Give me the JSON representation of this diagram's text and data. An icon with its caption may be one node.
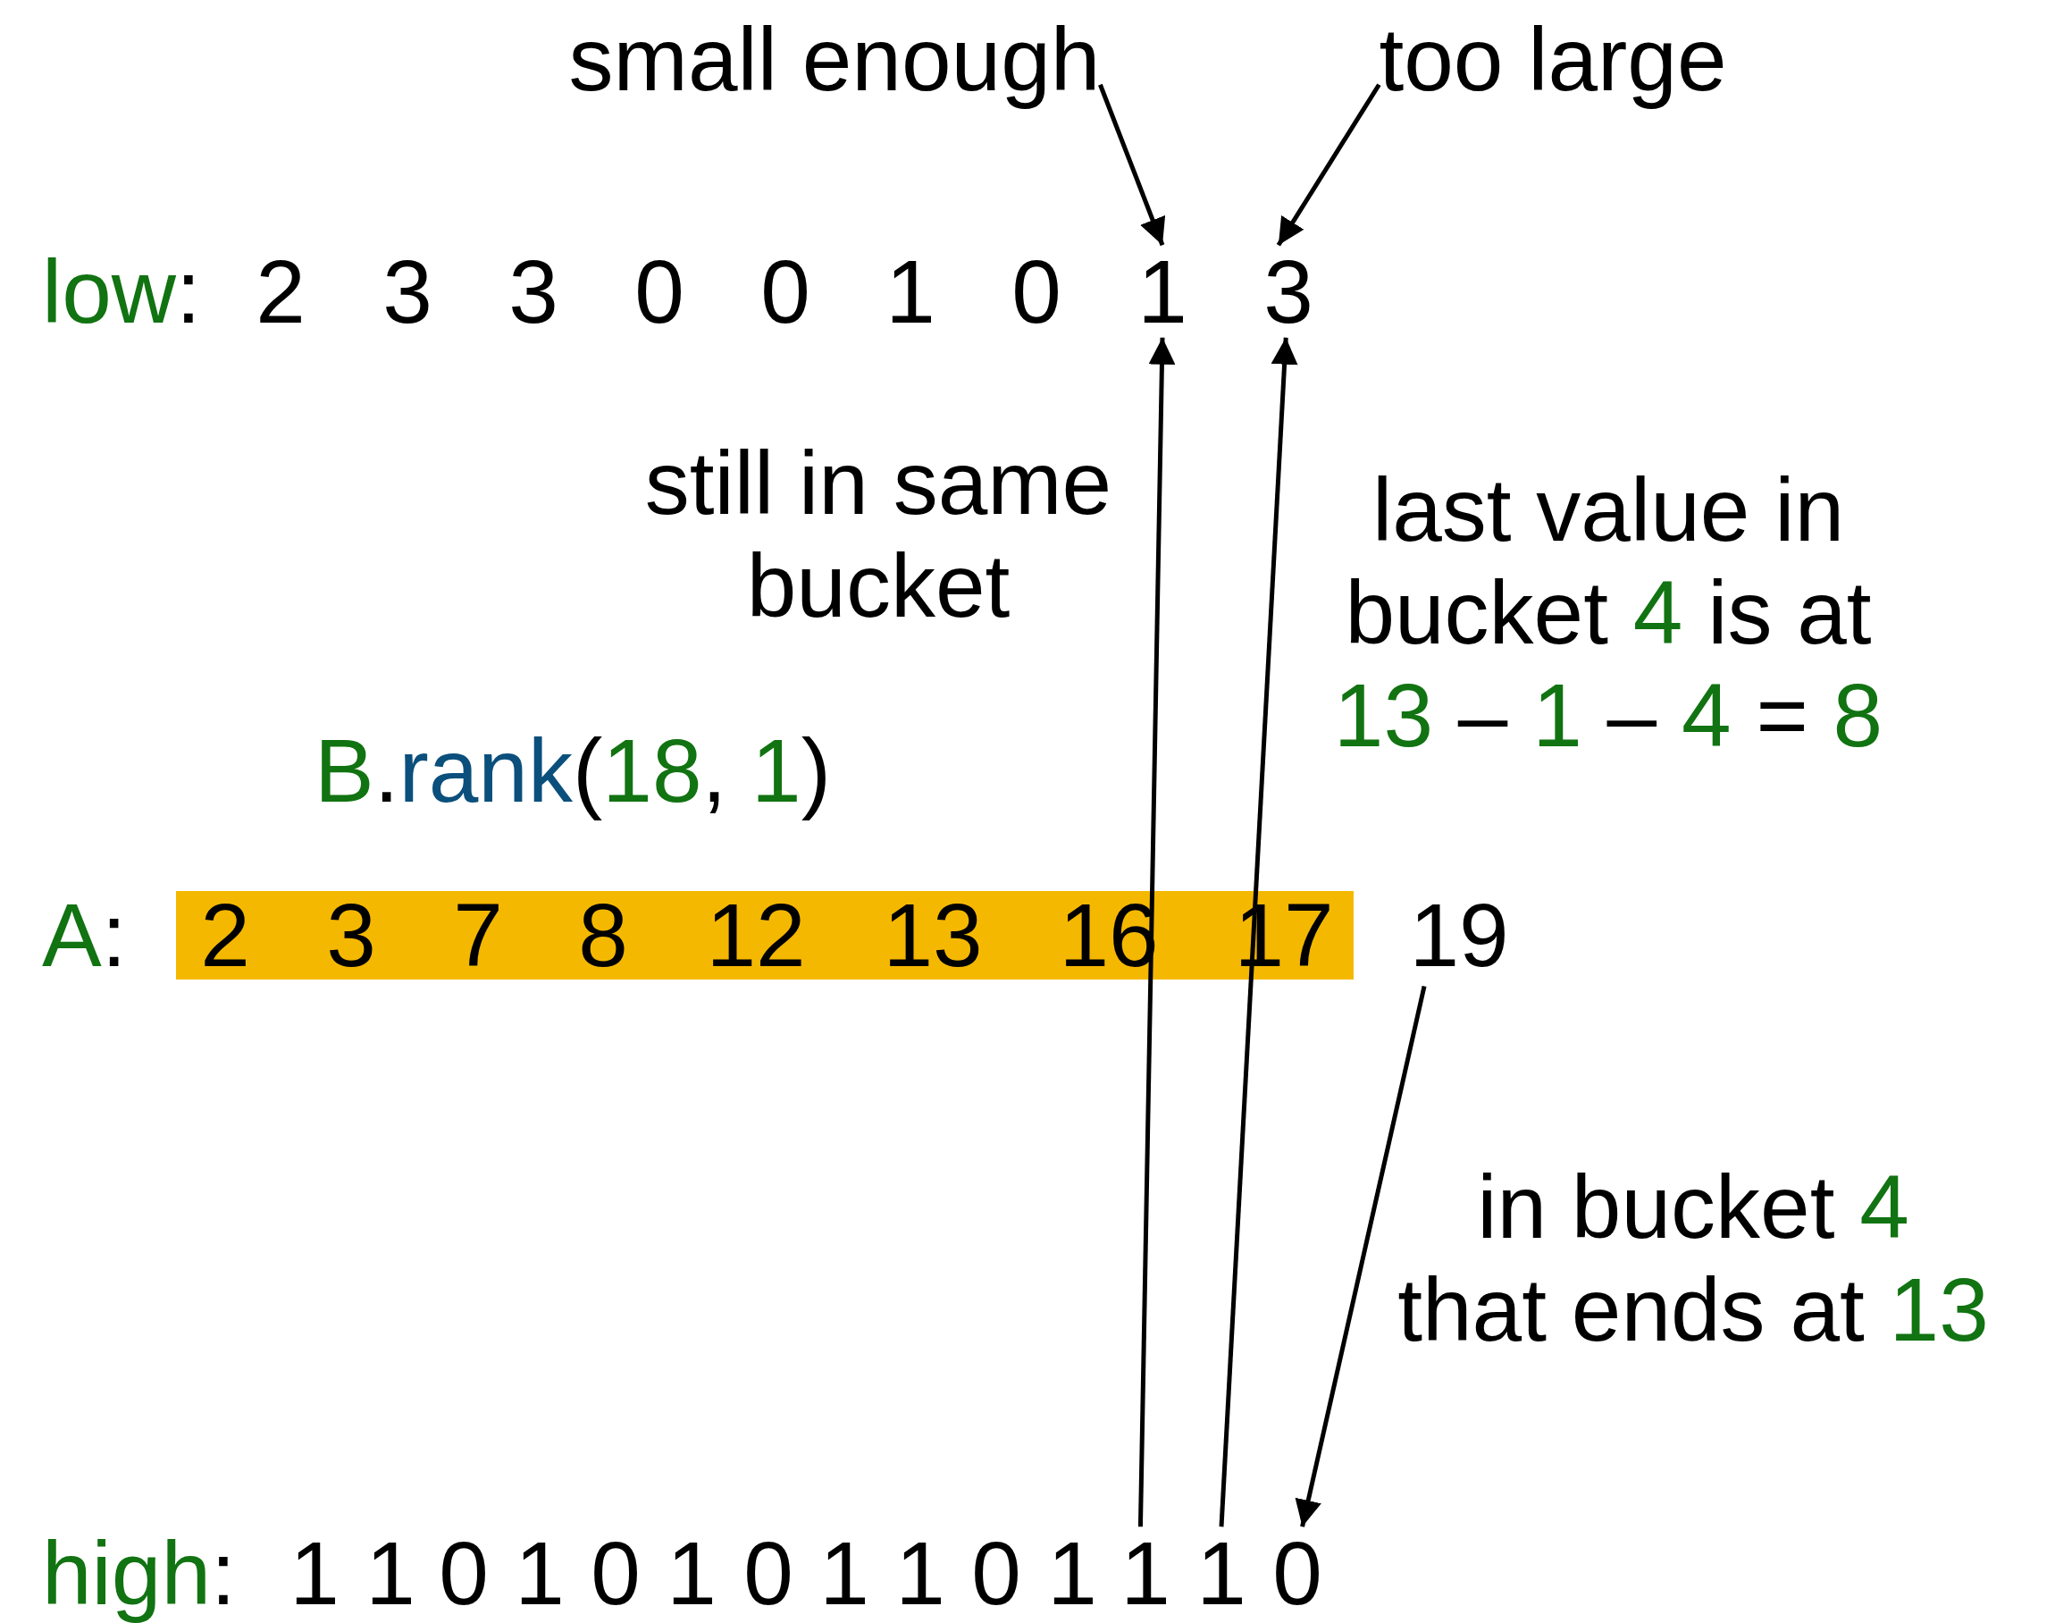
{
  "diagram": {
    "nodes": [
      {
        "text": [
          "small enough"
        ]
      },
      {
        "text": [
          "too large"
        ]
      },
      {
        "text": [
          "1"
        ]
      },
      {
        "text": [
          "3"
        ]
      },
      {
        "text": [
          "19"
        ]
      },
      {
        "text": [
          "1"
        ]
      },
      {
        "text": [
          "1"
        ]
      },
      {
        "text": [
          "0"
        ]
      }
    ],
    "edges": [
      {
        "from": 0,
        "to": 2,
        "arrow": "to"
      },
      {
        "from": 1,
        "to": 3,
        "arrow": "to"
      },
      {
        "from": 5,
        "to": 2,
        "arrow": "to"
      },
      {
        "from": 6,
        "to": 3,
        "arrow": "to"
      },
      {
        "from": 4,
        "to": 7,
        "arrow": "to"
      }
    ],
    "labels": [
      "low:",
      "2",
      "3",
      "3",
      "0",
      "0",
      "1",
      "0",
      "still in same bucket",
      "last value in bucket 4 is at 13 – 1 – 4 = 8",
      "B.rank(18, 1)",
      "A:",
      "2",
      "3",
      "7",
      "8",
      "12",
      "13",
      "16",
      "17",
      "in bucket 4 that ends at 13",
      "high:",
      "1",
      "1",
      "0",
      "1",
      "0",
      "1",
      "0",
      "1",
      "1",
      "0",
      "1"
    ]
  }
}
